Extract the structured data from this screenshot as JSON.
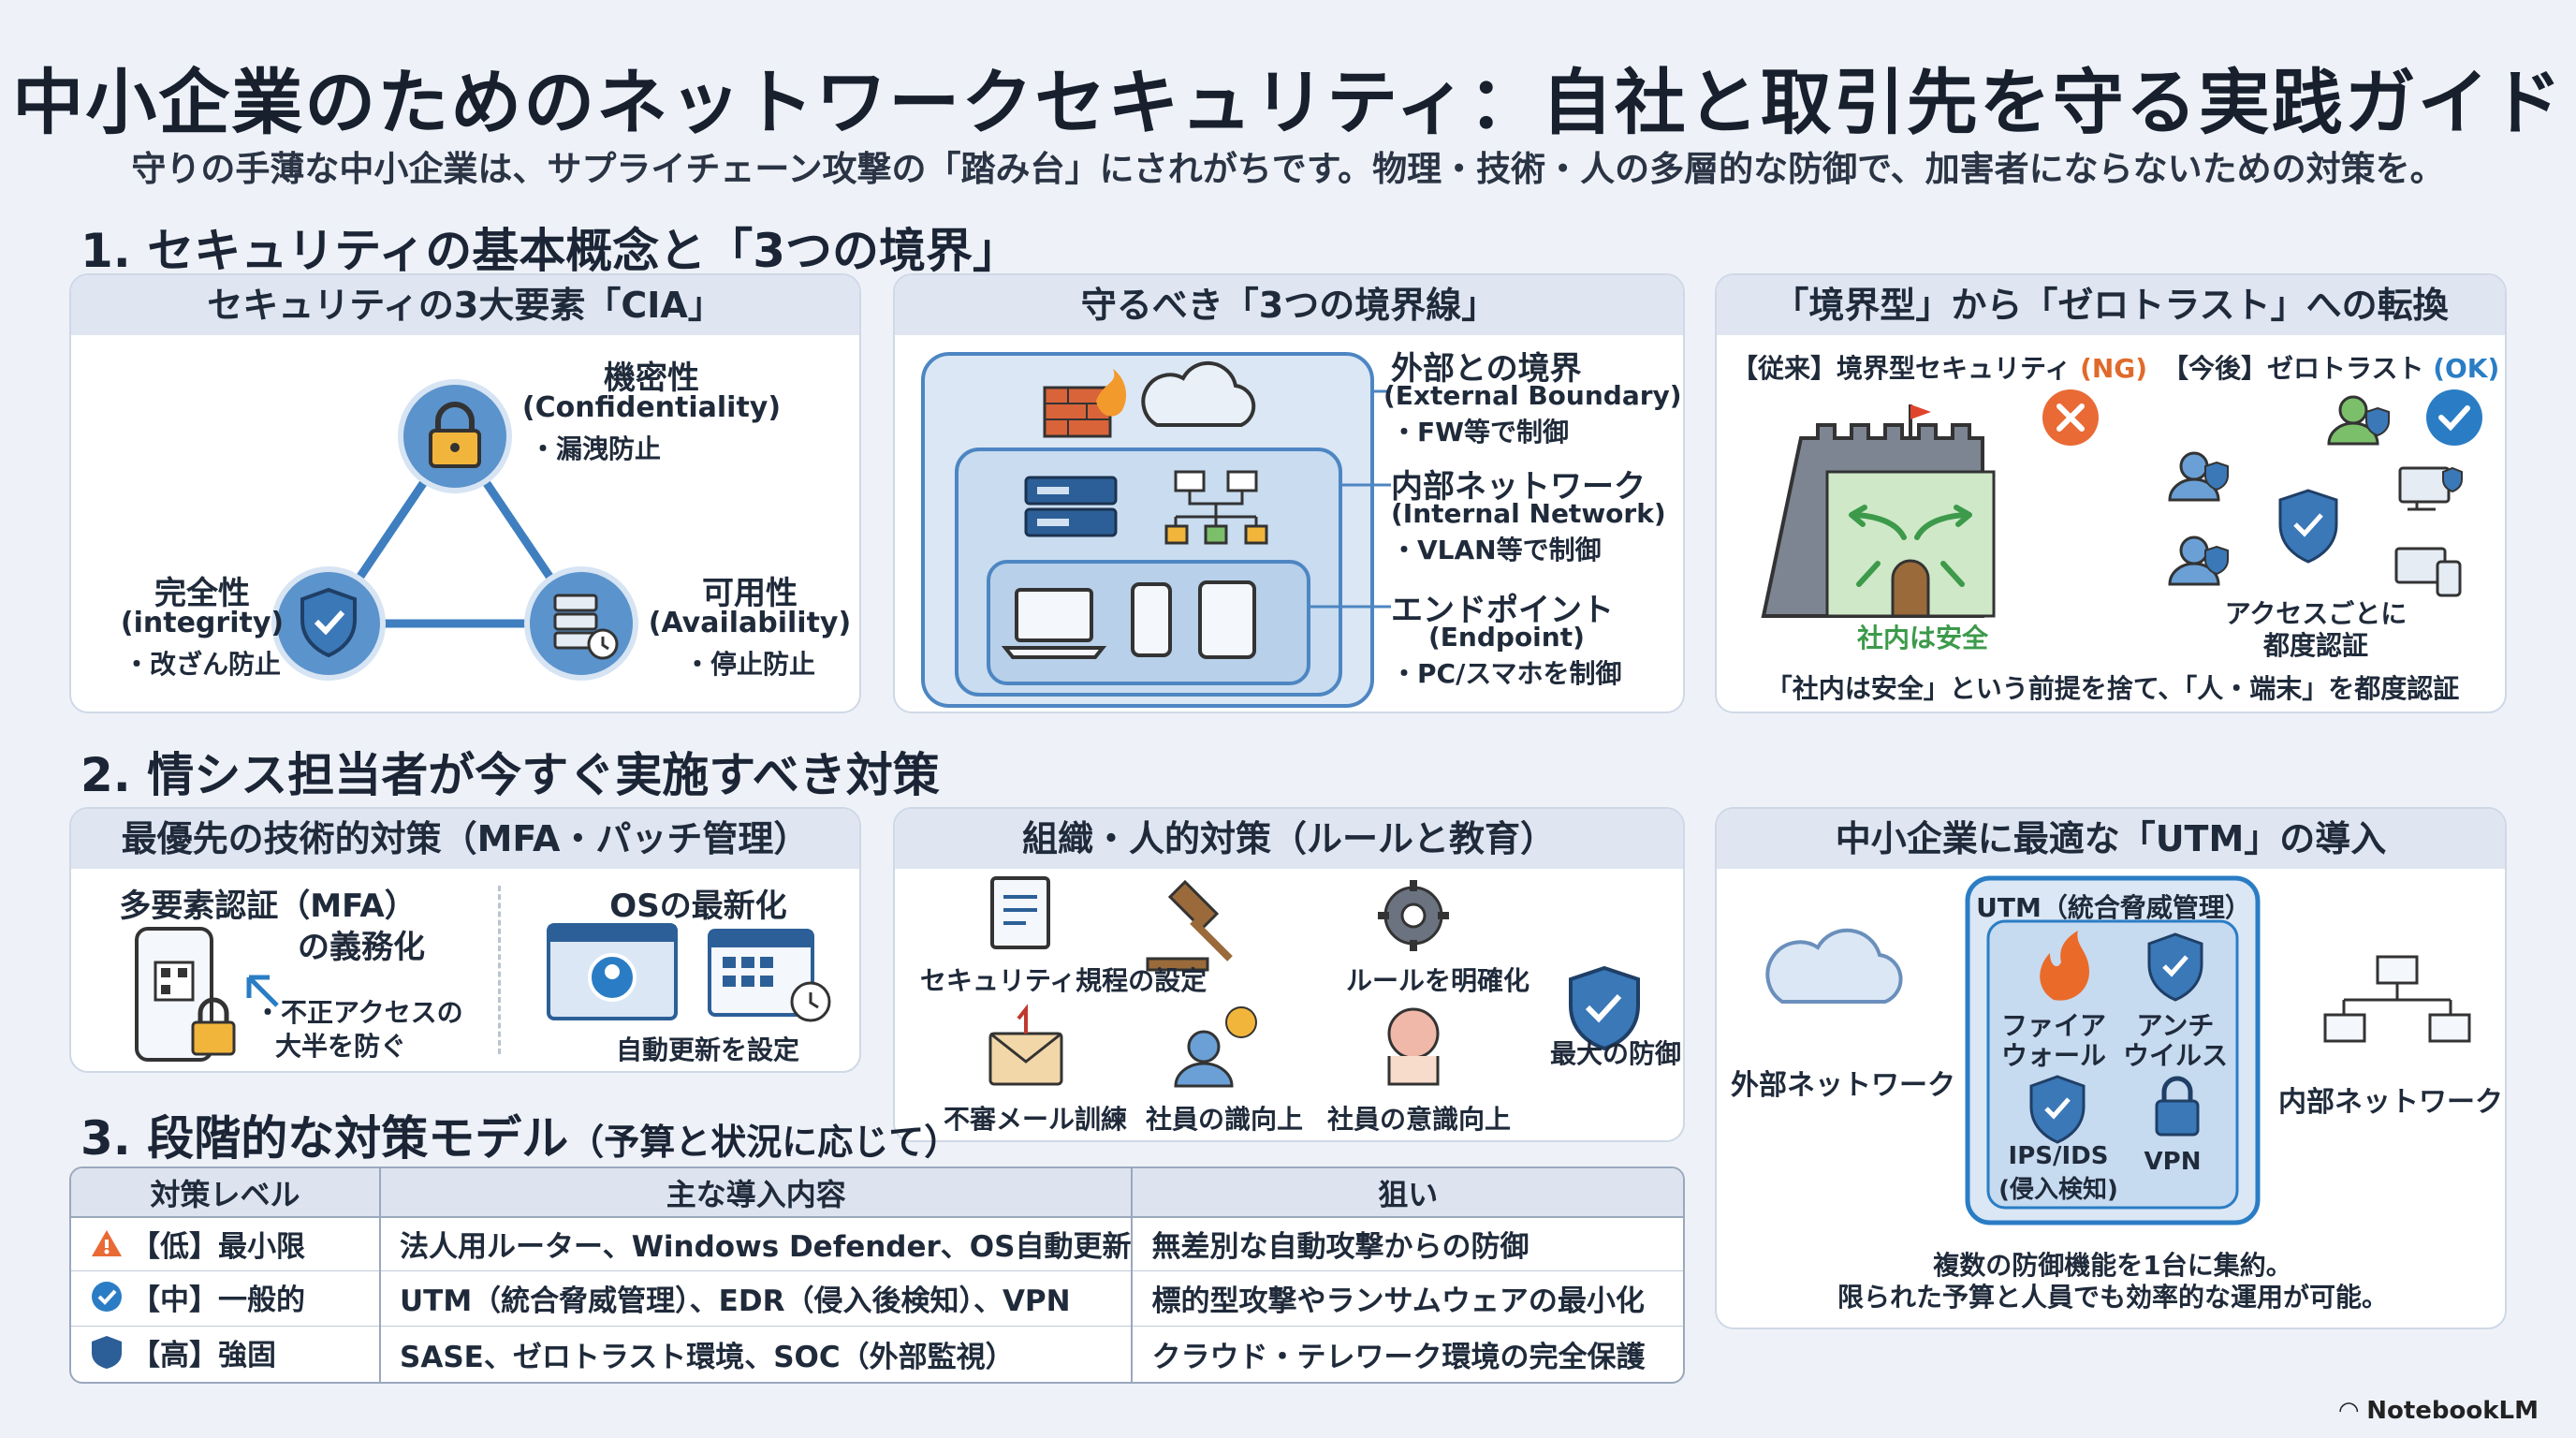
{
  "title": "中小企業のためのネットワークセキュリティ：自社と取引先を守る実践ガイド",
  "subtitle": "守りの手薄な中小企業は、サプライチェーン攻撃の「踏み台」にされがちです。物理・技術・人の多層的な防御で、加害者にならないための対策を。",
  "section1": "1. セキュリティの基本概念と「3つの境界」",
  "section2": "2. 情シス担当者が今すぐ実施すべき対策",
  "section3": {
    "main": "3. 段階的な対策モデル",
    "note": "（予算と状況に応じて）"
  },
  "cia": {
    "header": "セキュリティの3大要素「CIA」",
    "confidentiality": {
      "name": "機密性",
      "en": "(Confidentiality)",
      "desc": "・漏洩防止"
    },
    "integrity": {
      "name": "完全性",
      "en": "(integrity)",
      "desc": "・改ざん防止"
    },
    "availability": {
      "name": "可用性",
      "en": "(Availability)",
      "desc": "・停止防止"
    }
  },
  "boundary": {
    "header": "守るべき「3つの境界線」",
    "external": {
      "name": "外部との境界",
      "en": "(External Boundary)",
      "desc": "・FW等で制御"
    },
    "internal": {
      "name": "内部ネットワーク",
      "en": "(Internal Network)",
      "desc": "・VLAN等で制御"
    },
    "endpoint": {
      "name": "エンドポイント",
      "en": "(Endpoint)",
      "desc": "・PC/スマホを制御"
    }
  },
  "zerotrust": {
    "header": "「境界型」から「ゼロトラスト」への転換",
    "before_label": "【従来】境界型セキュリティ",
    "before_tag": "(NG)",
    "after_label": "【今後】ゼロトラスト",
    "after_tag": "(OK)",
    "inside_safe": "社内は安全",
    "auth_line1": "アクセスごとに",
    "auth_line2": "都度認証",
    "footer": "「社内は安全」という前提を捨て、「人・端末」を都度認証"
  },
  "tech": {
    "header": "最優先の技術的対策（MFA・パッチ管理）",
    "mfa_line1": "多要素認証（MFA）",
    "mfa_line2": "の義務化",
    "mfa_desc1": "・不正アクセスの",
    "mfa_desc2": "大半を防ぐ",
    "os_title": "OSの最新化",
    "os_desc": "自動更新を設定"
  },
  "org": {
    "header": "組織・人的対策（ルールと教育）",
    "rules": "セキュリティ規程の設定",
    "clarify": "ルールを明確化",
    "mail": "不審メール訓練",
    "aware1": "社員の識向上",
    "aware2": "社員の意識向上",
    "defense": "最大の防御"
  },
  "utm": {
    "header": "中小企業に最適な「UTM」の導入",
    "box_title": "UTM（統合脅威管理）",
    "firewall1": "ファイア",
    "firewall2": "ウォール",
    "antivirus1": "アンチ",
    "antivirus2": "ウイルス",
    "ips1": "IPS/IDS",
    "ips2": "(侵入検知)",
    "vpn": "VPN",
    "external": "外部ネットワーク",
    "internal": "内部ネットワーク",
    "desc1": "複数の防御機能を1台に集約。",
    "desc2": "限られた予算と人員でも効率的な運用が可能。"
  },
  "table": {
    "headers": [
      "対策レベル",
      "主な導入内容",
      "狙い"
    ],
    "rows": [
      {
        "level": "【低】最小限",
        "content": "法人用ルーター、Windows Defender、OS自動更新",
        "aim": "無差別な自動攻撃からの防御"
      },
      {
        "level": "【中】一般的",
        "content": "UTM（統合脅威管理）、EDR（侵入後検知）、VPN",
        "aim": "標的型攻撃やランサムウェアの最小化"
      },
      {
        "level": "【高】強固",
        "content": "SASE、ゼロトラスト環境、SOC（外部監視）",
        "aim": "クラウド・テレワーク環境の完全保護"
      }
    ]
  },
  "brand": "NotebookLM",
  "colors": {
    "accent": "#2a7dc4",
    "ok": "#2a7dc4",
    "ng": "#e06a2b",
    "safe": "#3c9a4a",
    "header_bg": "#dfe6f1"
  }
}
